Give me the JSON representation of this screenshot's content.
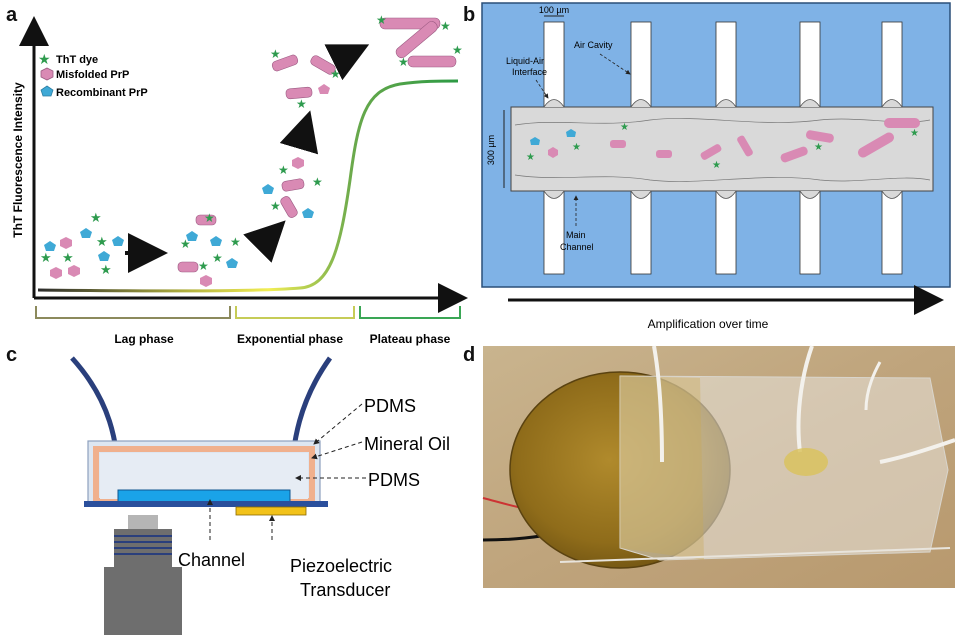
{
  "panels": {
    "a": {
      "letter": "a",
      "ylabel": "ThT Fluorescence Intensity",
      "legend": [
        {
          "label": "ThT dye",
          "icon": "star-icon",
          "color": "#2e9b4e"
        },
        {
          "label": "Misfolded PrP",
          "icon": "hexagon-icon",
          "color": "#d98ab4"
        },
        {
          "label": "Recombinant PrP",
          "icon": "pentagon-icon",
          "color": "#3fa9d6"
        }
      ],
      "phases": [
        {
          "label": "Lag phase",
          "color": "#8c8a5c"
        },
        {
          "label": "Exponential phase",
          "color": "#c6cc57"
        },
        {
          "label": "Plateau phase",
          "color": "#3aa655"
        }
      ]
    },
    "b": {
      "letter": "b",
      "labels": {
        "width_100": "100 µm",
        "air_cavity": "Air Cavity",
        "liquid_air_line1": "Liquid-Air",
        "liquid_air_line2": "Interface",
        "height_300": "300 µm",
        "main_channel_line1": "Main",
        "main_channel_line2": "Channel"
      },
      "xaxis": "Amplification over time",
      "background_color": "#7fb2e6"
    },
    "c": {
      "letter": "c",
      "labels": {
        "pdms_top": "PDMS",
        "mineral_oil": "Mineral Oil",
        "pdms_inner": "PDMS",
        "channel": "Channel",
        "piezo_line1": "Piezoelectric",
        "piezo_line2": "Transducer"
      }
    },
    "d": {
      "letter": "d"
    }
  }
}
